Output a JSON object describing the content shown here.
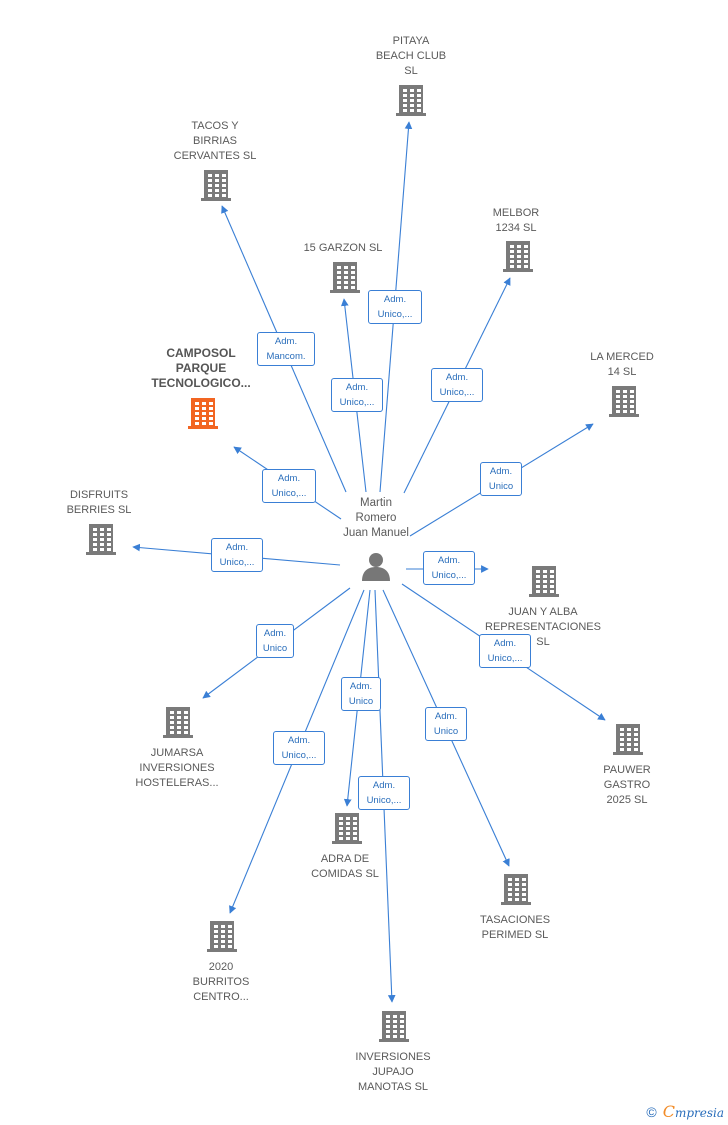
{
  "colors": {
    "edge": "#3a7fd5",
    "building": "#7a7a7a",
    "highlight": "#f26522",
    "person": "#777777"
  },
  "person": {
    "label": "Martin\nRomero\nJuan Manuel",
    "icon": "person-icon"
  },
  "companies": [
    {
      "id": "pitaya",
      "label": "PITAYA\nBEACH CLUB\nSL"
    },
    {
      "id": "tacos",
      "label": "TACOS Y\nBIRRIAS\nCERVANTES  SL"
    },
    {
      "id": "melbor",
      "label": "MELBOR\n1234  SL"
    },
    {
      "id": "garzon",
      "label": "15 GARZON  SL"
    },
    {
      "id": "lamerced",
      "label": "LA MERCED\n14 SL"
    },
    {
      "id": "camposol",
      "label": "CAMPOSOL\nPARQUE\nTECNOLOGICO...",
      "highlight": true
    },
    {
      "id": "disfruits",
      "label": "DISFRUITS\nBERRIES  SL"
    },
    {
      "id": "juanyalba",
      "label": "JUAN Y ALBA\nREPRESENTACIONES\nSL"
    },
    {
      "id": "jumarsa",
      "label": "JUMARSA\nINVERSIONES\nHOSTELERAS..."
    },
    {
      "id": "pauwer",
      "label": "PAUWER\nGASTRO\n2025  SL"
    },
    {
      "id": "adra",
      "label": "ADRA DE\nCOMIDAS  SL"
    },
    {
      "id": "tasaciones",
      "label": "TASACIONES\nPERIMED  SL"
    },
    {
      "id": "burritos",
      "label": "2020\nBURRITOS\nCENTRO..."
    },
    {
      "id": "jupajo",
      "label": "INVERSIONES\nJUPAJO\nMANOTAS  SL"
    }
  ],
  "relations": [
    {
      "target": "pitaya",
      "label": "Adm.\nUnico,..."
    },
    {
      "target": "tacos",
      "label": "Adm.\nMancom."
    },
    {
      "target": "garzon",
      "label": "Adm.\nUnico,..."
    },
    {
      "target": "melbor",
      "label": "Adm.\nUnico,..."
    },
    {
      "target": "lamerced",
      "label": "Adm.\nUnico"
    },
    {
      "target": "camposol",
      "label": "Adm.\nUnico,..."
    },
    {
      "target": "disfruits",
      "label": "Adm.\nUnico,..."
    },
    {
      "target": "juanyalba",
      "label": "Adm.\nUnico,..."
    },
    {
      "target": "pauwer",
      "label": "Adm.\nUnico,..."
    },
    {
      "target": "jumarsa",
      "label": "Adm.\nUnico"
    },
    {
      "target": "adra",
      "label": "Adm.\nUnico"
    },
    {
      "target": "jupajo",
      "label": "Adm.\nUnico,..."
    },
    {
      "target": "tasaciones",
      "label": "Adm.\nUnico"
    },
    {
      "target": "burritos",
      "label": "Adm.\nUnico,..."
    }
  ],
  "footer": {
    "copyright": "©",
    "brand_initial": "C",
    "brand_rest": "mpresia"
  }
}
